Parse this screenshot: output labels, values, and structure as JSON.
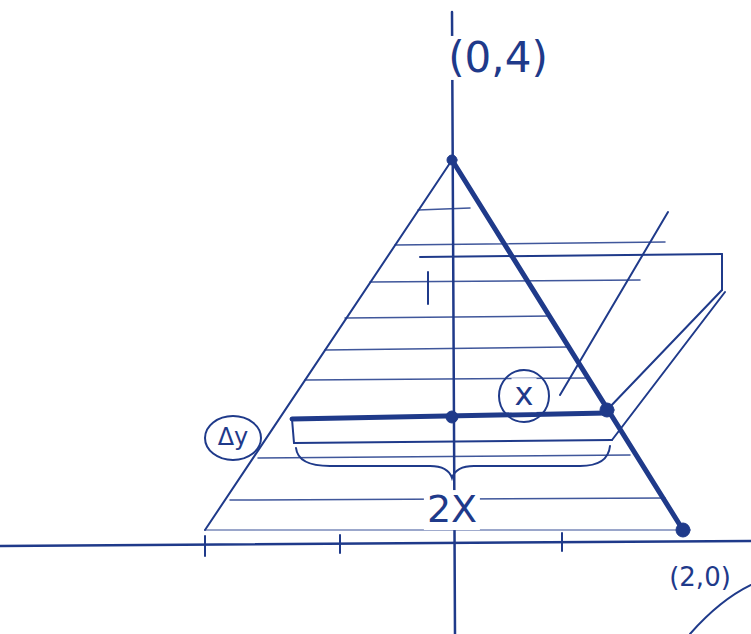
{
  "diagram": {
    "labels": [
      "(0,4)",
      "x",
      "Δy",
      "2X",
      "(2,0)"
    ]
  }
}
